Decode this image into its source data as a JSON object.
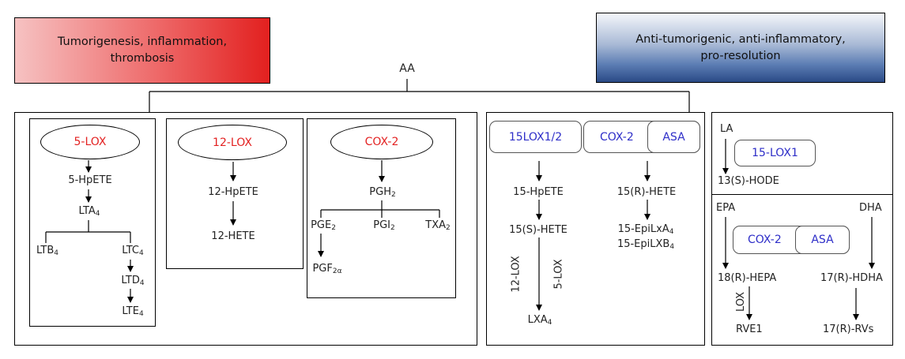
{
  "header": {
    "left_lines": [
      "Tumorigenesis, inflammation,",
      "thrombosis"
    ],
    "right_lines": [
      "Anti-tumorigenic, anti-inflammatory,",
      "pro-resolution"
    ],
    "root": "AA",
    "left_color": "#e83a3a",
    "right_color": "#5a7fb8"
  },
  "pro": {
    "lox5": {
      "enzyme": "5-LOX",
      "hpete": "5-HpETE",
      "lta": {
        "base": "LTA",
        "sub": "4"
      },
      "ltb": {
        "base": "LTB",
        "sub": "4"
      },
      "ltc": {
        "base": "LTC",
        "sub": "4"
      },
      "ltd": {
        "base": "LTD",
        "sub": "4"
      },
      "lte": {
        "base": "LTE",
        "sub": "4"
      }
    },
    "lox12": {
      "enzyme": "12-LOX",
      "hpete": "12-HpETE",
      "hete": "12-HETE"
    },
    "cox2": {
      "enzyme": "COX-2",
      "pgh": {
        "base": "PGH",
        "sub": "2"
      },
      "pge": {
        "base": "PGE",
        "sub": "2"
      },
      "pgi": {
        "base": "PGI",
        "sub": "2"
      },
      "txa": {
        "base": "TXA",
        "sub": "2"
      },
      "pgf": {
        "base": "PGF",
        "sub": "2α"
      }
    }
  },
  "anti": {
    "lox15": "15LOX1/2",
    "cox2": "COX-2",
    "asa": "ASA",
    "hpete15": "15-HpETE",
    "s_hete": "15(S)-HETE",
    "lox12_side": "12-LOX",
    "lox5_side": "5-LOX",
    "lxa": {
      "base": "LXA",
      "sub": "4"
    },
    "r_hete": "15(R)-HETE",
    "epilxa": {
      "base": "15-EpiLxA",
      "sub": "4"
    },
    "epilxb": {
      "base": "15-EpiLXB",
      "sub": "4"
    }
  },
  "fatty": {
    "la": "LA",
    "lox15_1": "15-LOX1",
    "hode": "13(S)-HODE",
    "epa": "EPA",
    "dha": "DHA",
    "cox2": "COX-2",
    "asa": "ASA",
    "hepa": "18(R)-HEPA",
    "hdha": "17(R)-HDHA",
    "lox": "LOX",
    "rve1": "RVE1",
    "rvs": "17(R)-RVs"
  },
  "colors": {
    "enzyme_red": "#e32222",
    "enzyme_blue": "#2e2ec8"
  }
}
